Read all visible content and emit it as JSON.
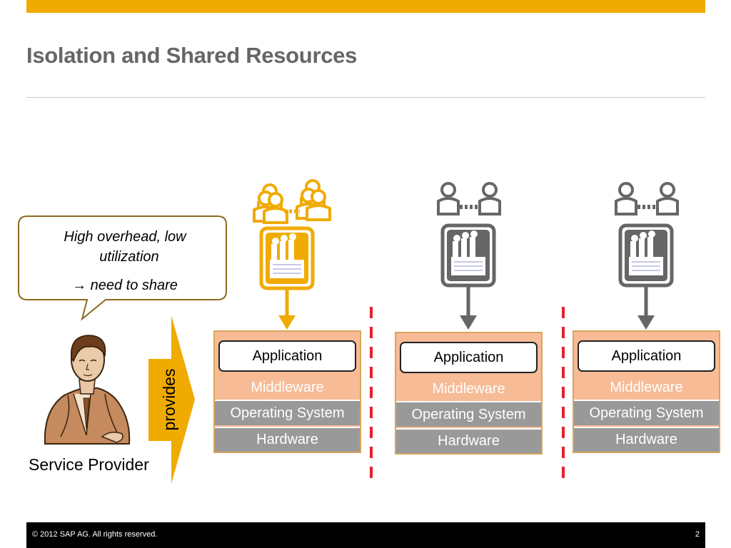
{
  "slide": {
    "title": "Isolation and Shared Resources",
    "accent_color": "#f0ab00",
    "footer_copyright": "©  2012 SAP AG. All rights reserved.",
    "page_number": "2"
  },
  "callout": {
    "line1": "High overhead, low",
    "line2": "utilization",
    "line3": "→ need to share"
  },
  "provider": {
    "label": "Service Provider",
    "arrow_label": "provides"
  },
  "tenants": [
    {
      "icon_color": "#f0ab00",
      "icon": "user-group-icon",
      "application": "Application",
      "middleware": "Middleware",
      "os": "Operating System",
      "hardware": "Hardware"
    },
    {
      "icon_color": "#666666",
      "icon": "user-pair-icon",
      "application": "Application",
      "middleware": "Middleware",
      "os": "Operating System",
      "hardware": "Hardware"
    },
    {
      "icon_color": "#666666",
      "icon": "user-pair-icon",
      "application": "Application",
      "middleware": "Middleware",
      "os": "Operating System",
      "hardware": "Hardware"
    }
  ],
  "divider_color": "#e5202e"
}
